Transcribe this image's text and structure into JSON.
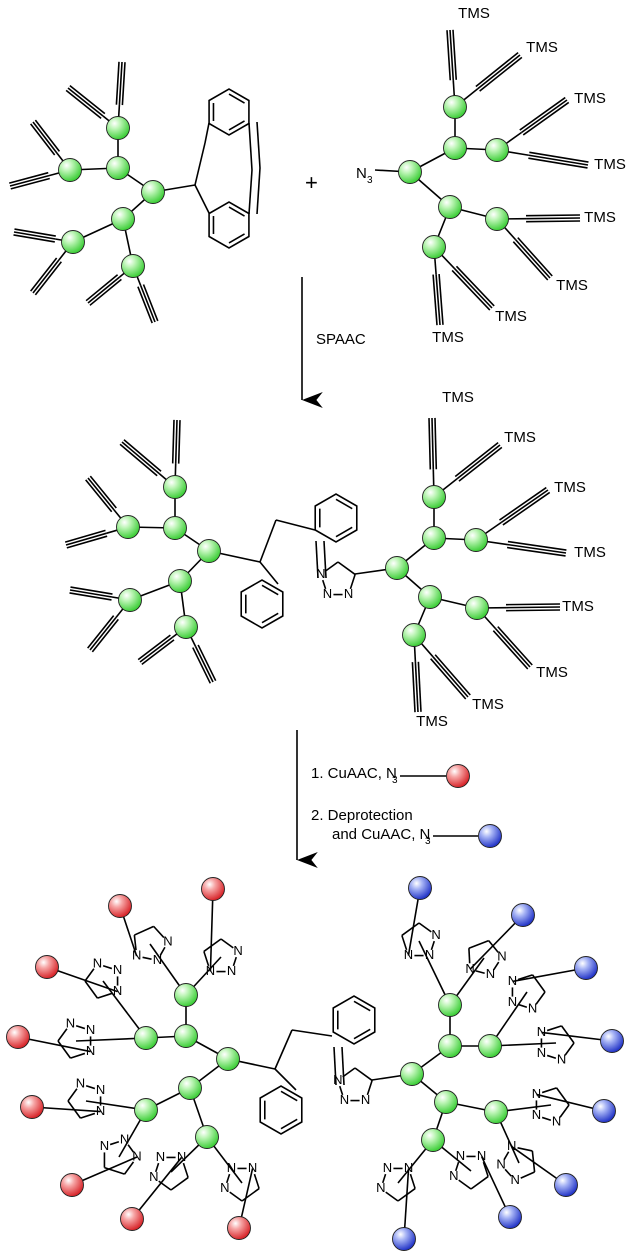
{
  "reagents": {
    "plus": "+",
    "azide_prefix": "N",
    "azide_subscript": "3"
  },
  "atoms": {
    "tms": "TMS",
    "n": "N"
  },
  "steps": {
    "step1": "SPAAC",
    "step2_line1": "1. CuAAC, N",
    "step2_sub1": "3",
    "step2_line2": "2. Deprotection",
    "step2_line3": "and CuAAC, N",
    "step2_sub2": "3"
  },
  "colors": {
    "core_node": "#5ee85a",
    "red_node": "#e8464a",
    "blue_node": "#3f56e0",
    "bond": "#000000"
  }
}
